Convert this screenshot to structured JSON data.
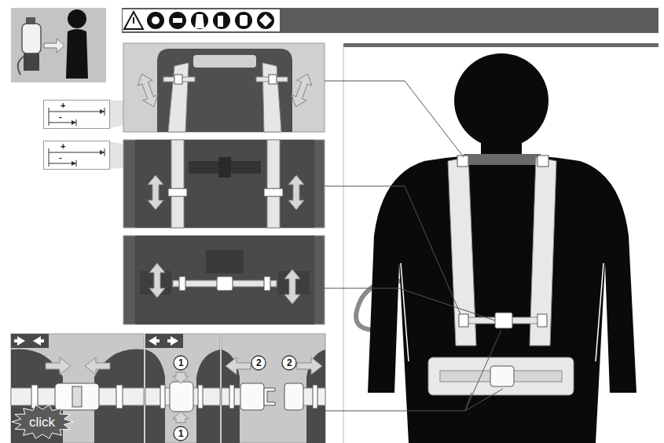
{
  "diagram": {
    "nodes": [
      {
        "text": [
          "+",
          "-"
        ]
      },
      {
        "text": [
          "+",
          "-"
        ]
      },
      {
        "text": [
          "click"
        ]
      },
      {
        "text": [
          "1"
        ]
      },
      {
        "text": [
          "1"
        ]
      },
      {
        "text": [
          "2"
        ]
      },
      {
        "text": [
          "2"
        ]
      }
    ]
  }
}
